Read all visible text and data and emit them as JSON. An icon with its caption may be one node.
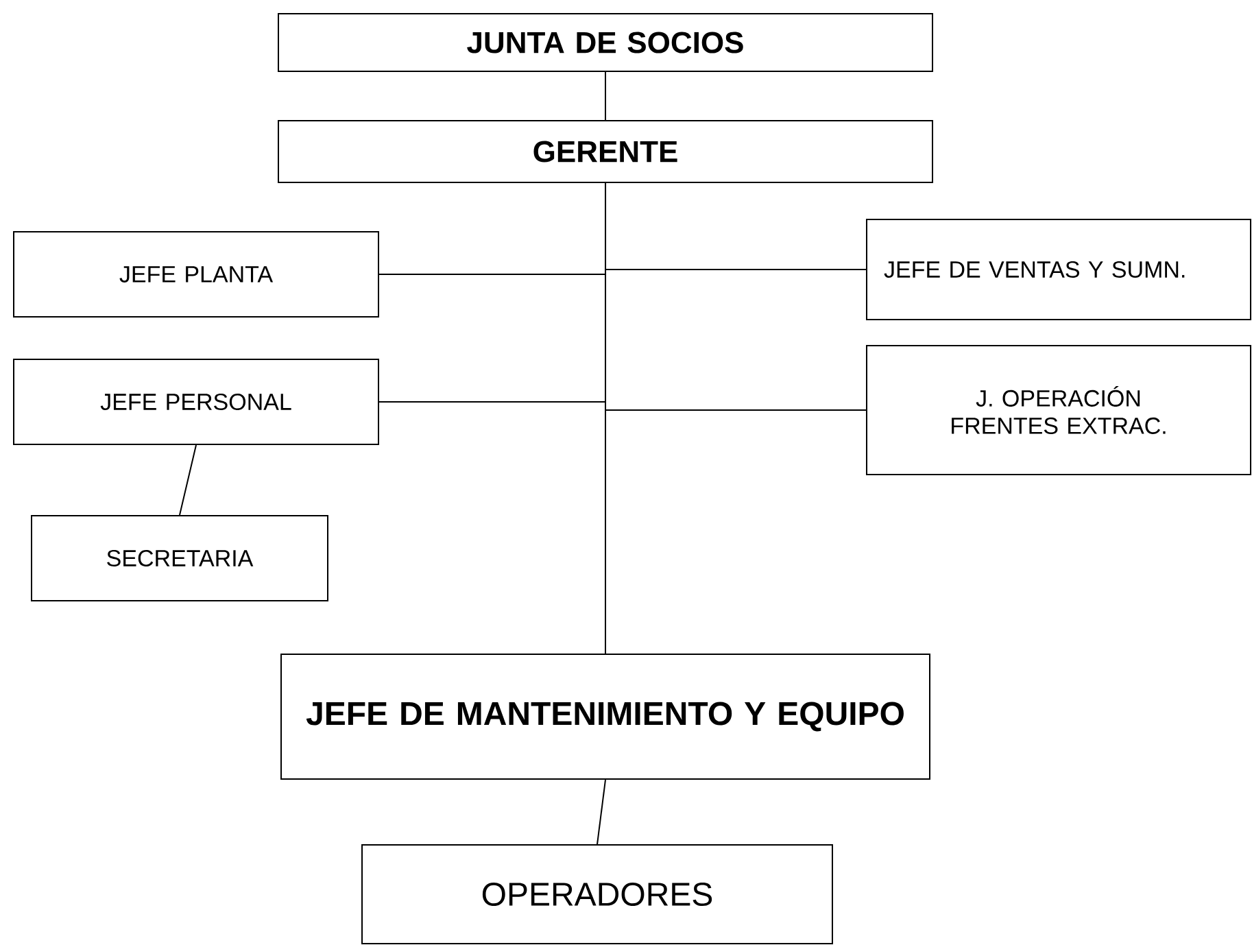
{
  "diagram": {
    "nodes": [
      {
        "text": [
          "JUNTA DE SOCIOS"
        ]
      },
      {
        "text": [
          "GERENTE"
        ]
      },
      {
        "text": [
          "JEFE PLANTA"
        ]
      },
      {
        "text": [
          "JEFE DE VENTAS Y SUMN."
        ]
      },
      {
        "text": [
          "JEFE PERSONAL"
        ]
      },
      {
        "text": [
          "J. OPERACIÓN FRENTES EXTRAC."
        ]
      },
      {
        "text": [
          "SECRETARIA"
        ]
      },
      {
        "text": [
          "JEFE DE MANTENIMIENTO Y EQUIPO"
        ]
      },
      {
        "text": [
          "OPERADORES"
        ]
      }
    ],
    "edges": [
      {
        "from": 0,
        "to": 1,
        "arrow": "none"
      },
      {
        "from": 1,
        "to": 2,
        "arrow": "none"
      },
      {
        "from": 1,
        "to": 3,
        "arrow": "none"
      },
      {
        "from": 1,
        "to": 4,
        "arrow": "none"
      },
      {
        "from": 1,
        "to": 5,
        "arrow": "none"
      },
      {
        "from": 1,
        "to": 7,
        "arrow": "none"
      },
      {
        "from": 4,
        "to": 6,
        "arrow": "none"
      },
      {
        "from": 7,
        "to": 8,
        "arrow": "none"
      }
    ]
  }
}
